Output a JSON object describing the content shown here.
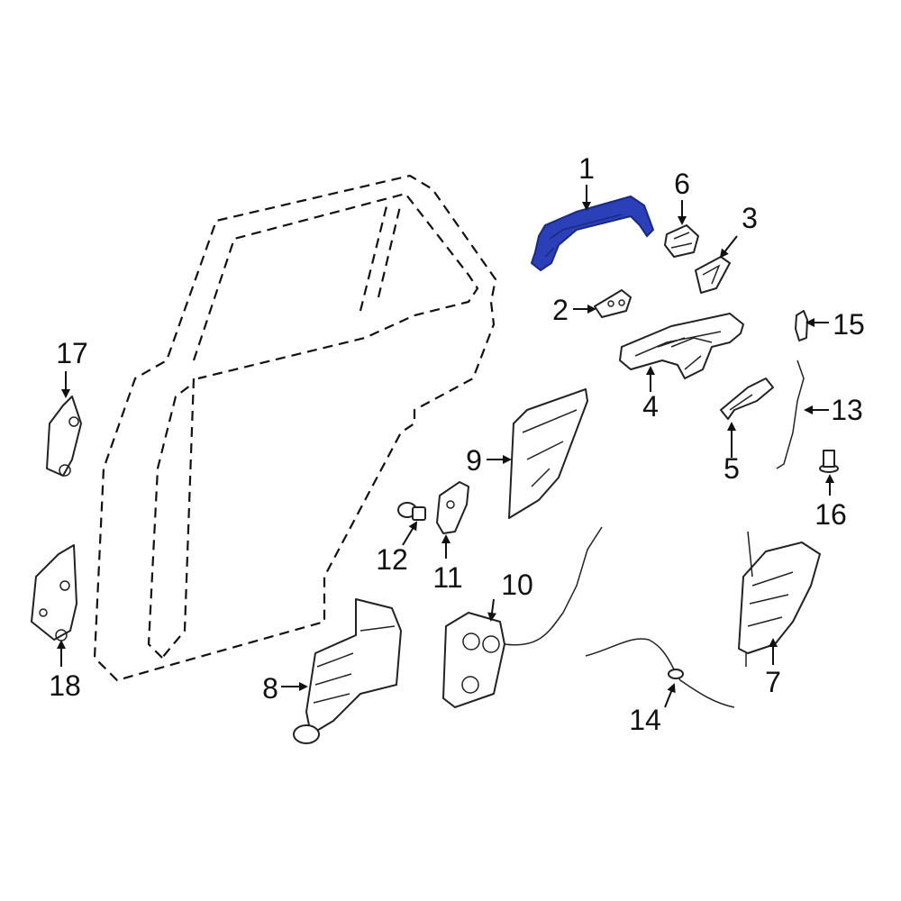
{
  "diagram": {
    "highlight_color": "#2a3fb8",
    "line_color": "#222222",
    "background": "#ffffff",
    "callouts": [
      {
        "id": "c1",
        "label": "1"
      },
      {
        "id": "c2",
        "label": "2"
      },
      {
        "id": "c3",
        "label": "3"
      },
      {
        "id": "c4",
        "label": "4"
      },
      {
        "id": "c5",
        "label": "5"
      },
      {
        "id": "c6",
        "label": "6"
      },
      {
        "id": "c7",
        "label": "7"
      },
      {
        "id": "c8",
        "label": "8"
      },
      {
        "id": "c9",
        "label": "9"
      },
      {
        "id": "c10",
        "label": "10"
      },
      {
        "id": "c11",
        "label": "11"
      },
      {
        "id": "c12",
        "label": "12"
      },
      {
        "id": "c13",
        "label": "13"
      },
      {
        "id": "c14",
        "label": "14"
      },
      {
        "id": "c15",
        "label": "15"
      },
      {
        "id": "c16",
        "label": "16"
      },
      {
        "id": "c17",
        "label": "17"
      },
      {
        "id": "c18",
        "label": "18"
      }
    ]
  }
}
